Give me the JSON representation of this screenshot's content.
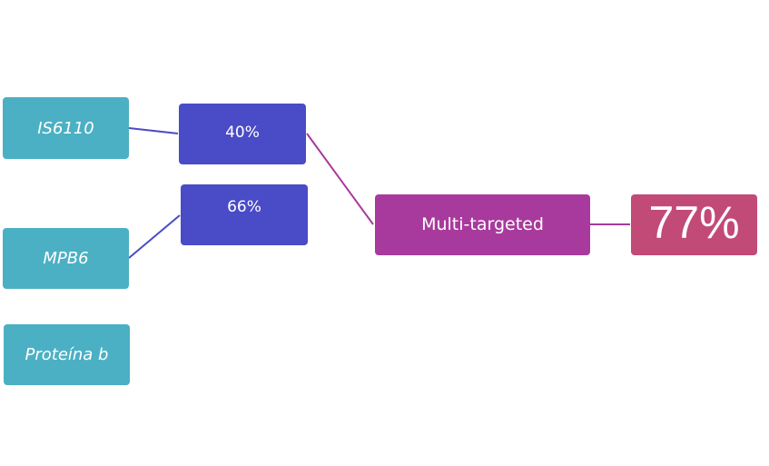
{
  "markers": {
    "is6110": "IS6110",
    "mpb6": "MPB6",
    "proteina_b": "Proteína b"
  },
  "sensitivities": {
    "is6110_value": "40%",
    "mpb6_value": "66%"
  },
  "combined": {
    "label": "Multi-targeted",
    "value": "77%"
  },
  "colors": {
    "marker_box": "#4bb0c4",
    "sensitivity_box": "#4a4bc6",
    "combined_box": "#a93a9d",
    "result_box": "#c24a77",
    "connector_blue": "#4a4bc6",
    "connector_magenta": "#a93a9d"
  }
}
